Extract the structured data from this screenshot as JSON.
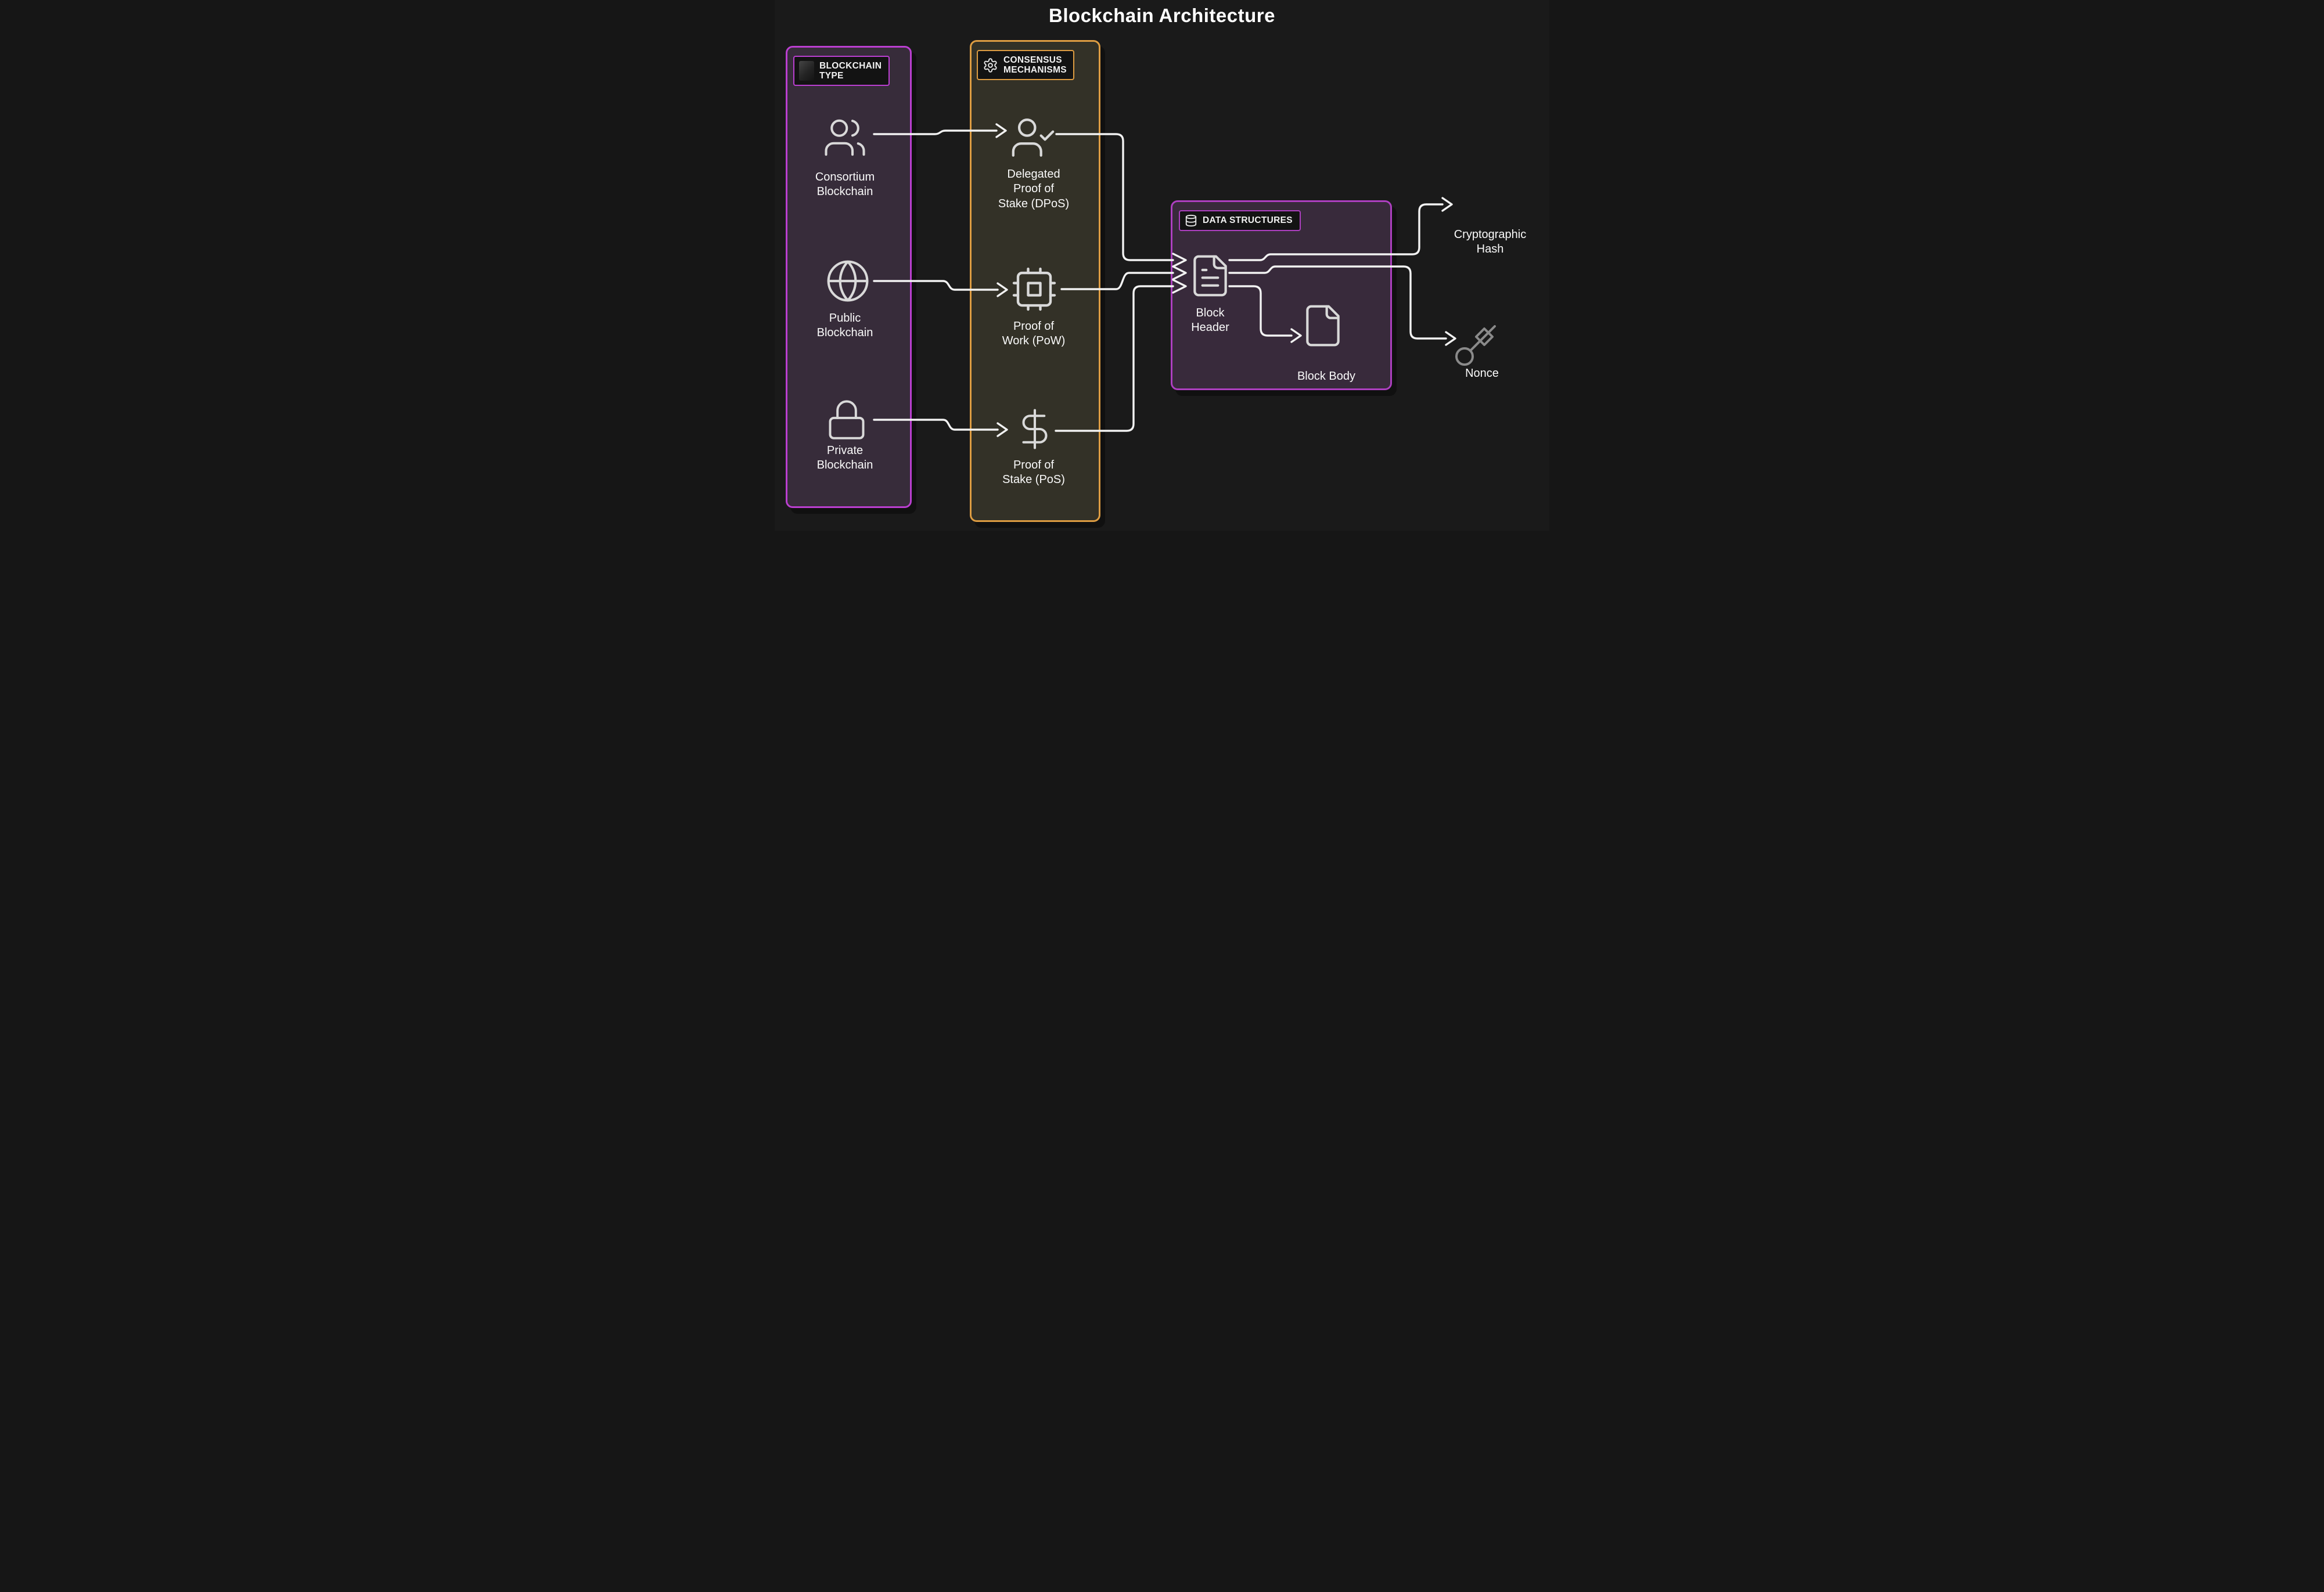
{
  "title": "Blockchain Architecture",
  "panels": {
    "blockchain_type": {
      "label": "BLOCKCHAIN\nTYPE",
      "accent_color": "#bb3fd1"
    },
    "consensus": {
      "label": "CONSENSUS\nMECHANISMS",
      "accent_color": "#dd9c42"
    },
    "data_structures": {
      "label": "DATA STRUCTURES",
      "accent_color": "#ad3fc0"
    }
  },
  "nodes": {
    "consortium": {
      "label": "Consortium\nBlockchain",
      "icon": "users-icon"
    },
    "public": {
      "label": "Public\nBlockchain",
      "icon": "globe-icon"
    },
    "private": {
      "label": "Private\nBlockchain",
      "icon": "lock-icon"
    },
    "dpos": {
      "label": "Delegated\nProof of\nStake (DPoS)",
      "icon": "user-check-icon"
    },
    "pow": {
      "label": "Proof of\nWork (PoW)",
      "icon": "cpu-icon"
    },
    "pos": {
      "label": "Proof of\nStake (PoS)",
      "icon": "dollar-sign-icon"
    },
    "block_header": {
      "label": "Block\nHeader",
      "icon": "file-text-icon"
    },
    "block_body": {
      "label": "Block Body",
      "icon": "file-icon"
    },
    "crypto_hash": {
      "label": "Cryptographic\nHash"
    },
    "nonce": {
      "label": "Nonce",
      "icon": "key-icon"
    }
  },
  "connections": [
    {
      "from": "consortium",
      "to": "dpos"
    },
    {
      "from": "public",
      "to": "pow"
    },
    {
      "from": "private",
      "to": "pos"
    },
    {
      "from": "dpos",
      "to": "block_header"
    },
    {
      "from": "pow",
      "to": "block_header"
    },
    {
      "from": "pos",
      "to": "block_header"
    },
    {
      "from": "block_header",
      "to": "crypto_hash"
    },
    {
      "from": "block_header",
      "to": "nonce"
    },
    {
      "from": "block_header",
      "to": "block_body"
    }
  ],
  "colors": {
    "background": "#1a1a1a",
    "connector": "#f2f2f2",
    "icon_stroke": "#d9d9d9",
    "key_icon_stroke": "#8a8a8a",
    "text": "#ffffff",
    "panel_purple_border": "#bb3fd1",
    "panel_orange_border": "#dd9c42",
    "panel_violet_border": "#ad3fc0"
  }
}
